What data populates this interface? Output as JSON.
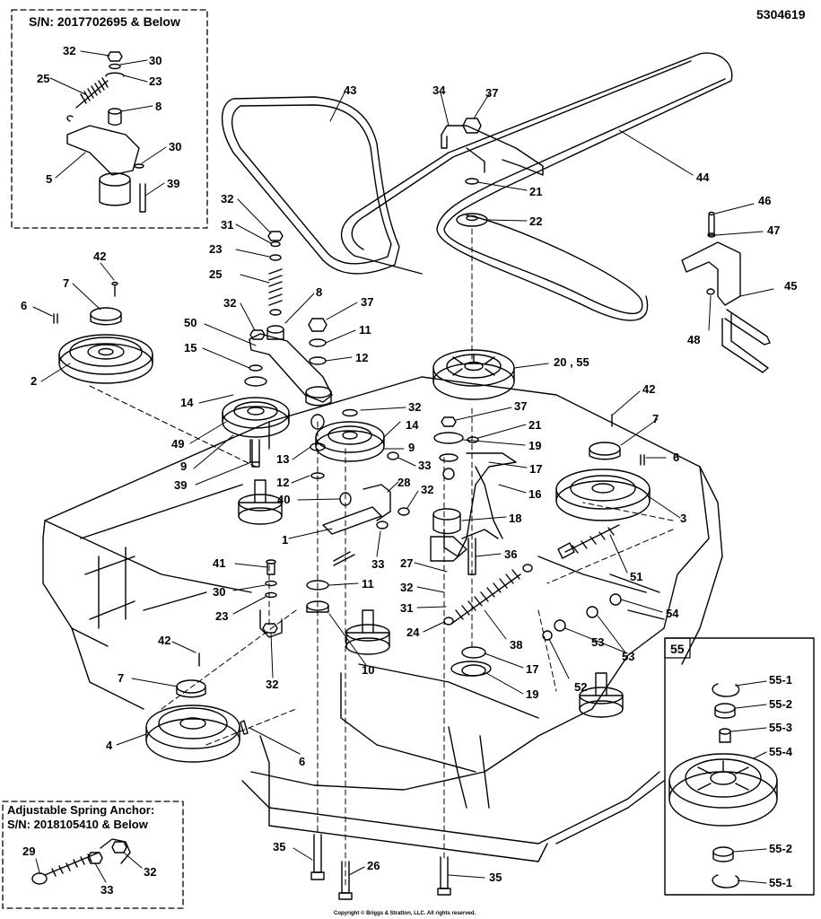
{
  "diagram_number": "5304619",
  "inset_top": {
    "title": "S/N: 2017702695 & Below"
  },
  "inset_spring": {
    "title_line1": "Adjustable Spring Anchor:",
    "title_line2": "S/N: 2018105410 & Below"
  },
  "inset_55": {
    "title": "55"
  },
  "copyright": "Copyright © Briggs & Stratton, LLC. All rights reserved.",
  "callouts": {
    "c32a": "32",
    "c30a": "30",
    "c23a": "23",
    "c25a": "25",
    "c8a": "8",
    "c30b": "30",
    "c5a": "5",
    "c39a": "39",
    "c43": "43",
    "c34": "34",
    "c37a": "37",
    "c44": "44",
    "c21a": "21",
    "c22": "22",
    "c32b": "32",
    "c31a": "31",
    "c23b": "23",
    "c25b": "25",
    "c8b": "8",
    "c32c": "32",
    "c37b": "37",
    "c11a": "11",
    "c50": "50",
    "c12a": "12",
    "c15": "15",
    "c14a": "14",
    "c49": "49",
    "c9a": "9",
    "c39b": "39",
    "c42a": "42",
    "c7a": "7",
    "c6a": "6",
    "c2": "2",
    "c46": "46",
    "c47": "47",
    "c45": "45",
    "c48": "48",
    "c20_55": "20 , 55",
    "c32d": "32",
    "c14b": "14",
    "c37c": "37",
    "c21b": "21",
    "c19a": "19",
    "c9b": "9",
    "c13": "13",
    "c12b": "12",
    "c33a": "33",
    "c17a": "17",
    "c28": "28",
    "c32e": "32",
    "c16": "16",
    "c40": "40",
    "c18": "18",
    "c1": "1",
    "c42b": "42",
    "c7b": "7",
    "c6b": "6",
    "c3": "3",
    "c51": "51",
    "c33b": "33",
    "c36": "36",
    "c27": "27",
    "c32f": "32",
    "c31b": "31",
    "c24": "24",
    "c38": "38",
    "c41": "41",
    "c30c": "30",
    "c23c": "23",
    "c11b": "11",
    "c10": "10",
    "c32g": "32",
    "c54": "54",
    "c53a": "53",
    "c53b": "53",
    "c52": "52",
    "c17b": "17",
    "c19b": "19",
    "c42c": "42",
    "c7c": "7",
    "c4": "4",
    "c6c": "6",
    "c55_1a": "55-1",
    "c55_2a": "55-2",
    "c55_3": "55-3",
    "c55_4": "55-4",
    "c55_2b": "55-2",
    "c55_1b": "55-1",
    "c29": "29",
    "c33c": "33",
    "c32h": "32",
    "c35a": "35",
    "c26": "26",
    "c35b": "35"
  }
}
